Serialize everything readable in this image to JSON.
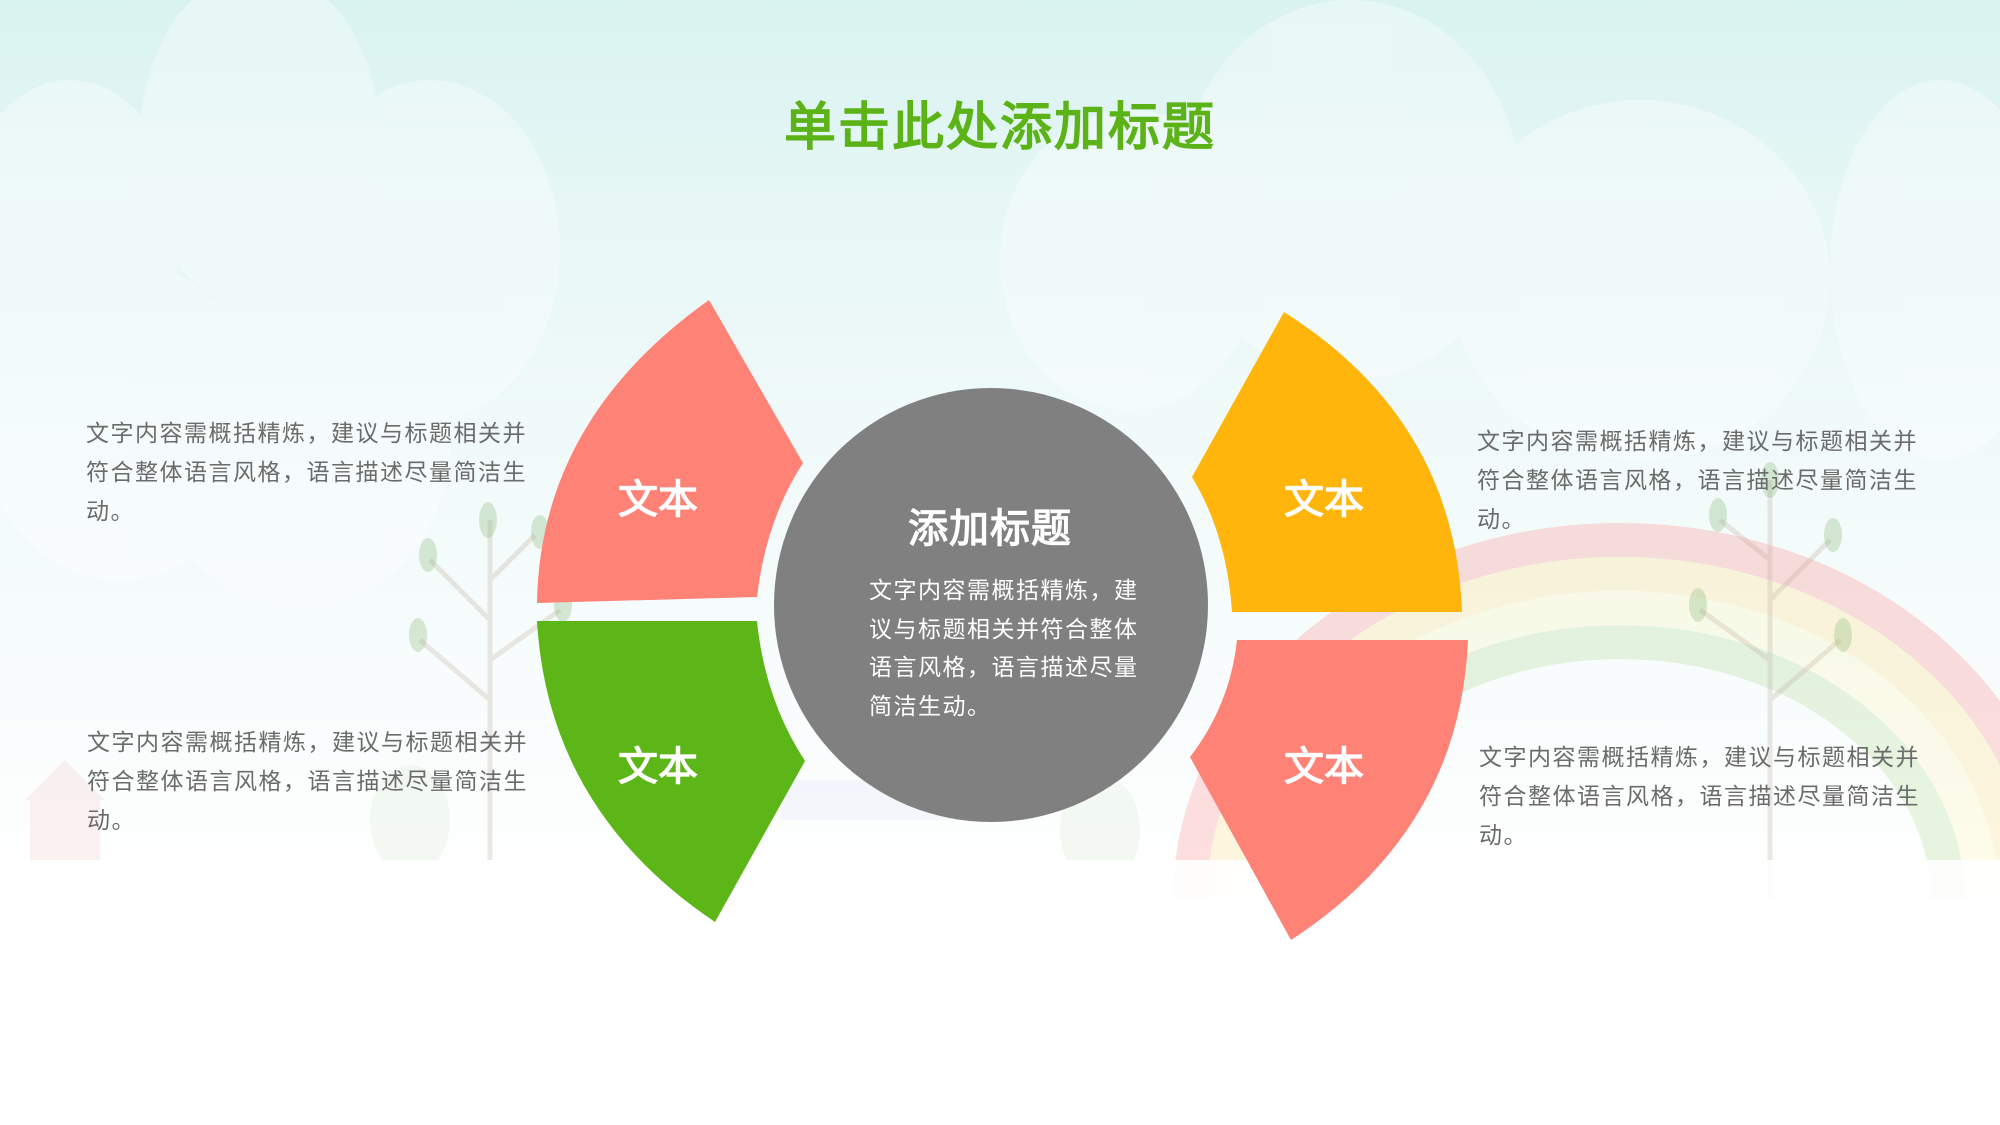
{
  "slide": {
    "title": "单击此处添加标题",
    "title_color": "#5cb318"
  },
  "center": {
    "title": "添加标题",
    "body": "文字内容需概括精炼，建议与标题相关并符合整体语言风格，语言描述尽量简洁生动。",
    "color": "#808080"
  },
  "segments": [
    {
      "position": "top-left",
      "label": "文本",
      "color": "#ff8277"
    },
    {
      "position": "bottom-left",
      "label": "文本",
      "color": "#5cb618"
    },
    {
      "position": "top-right",
      "label": "文本",
      "color": "#ffb50b"
    },
    {
      "position": "bottom-right",
      "label": "文本",
      "color": "#ff8277"
    }
  ],
  "side_texts": [
    {
      "position": "top-left",
      "text": "文字内容需概括精炼，建议与标题相关并符合整体语言风格，语言描述尽量简洁生动。"
    },
    {
      "position": "bottom-left",
      "text": "文字内容需概括精炼，建议与标题相关并符合整体语言风格，语言描述尽量简洁生动。"
    },
    {
      "position": "top-right",
      "text": "文字内容需概括精炼，建议与标题相关并符合整体语言风格，语言描述尽量简洁生动。"
    },
    {
      "position": "bottom-right",
      "text": "文字内容需概括精炼，建议与标题相关并符合整体语言风格，语言描述尽量简洁生动。"
    }
  ]
}
